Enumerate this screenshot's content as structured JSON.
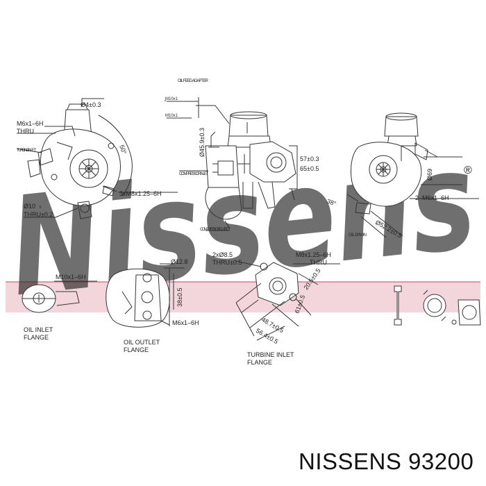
{
  "watermark": {
    "text": "Nissens",
    "color": "#9dbad9"
  },
  "band_color": "#f3d6dc",
  "line_color": "#333333",
  "labels": {
    "oil_feed_adapter": "OIL FEED ADAPTER",
    "dim_44": "Ø4±0.3",
    "m6_thru": "M6x1–6H",
    "thru": "THRU",
    "turbine_inlet_small": "TURBINE INLET",
    "angle_50": "50°",
    "m8_3x": "3xM8x1.25–6H",
    "dia10": "Ø10",
    "thru_02": "THRU±0.2",
    "m10_small": "M10x1",
    "m10_small2": "M10x1",
    "dia459": "Ø45.9±0.3",
    "compressor_inlet": "COMPRESSOR INLET",
    "dim_57": "57±0.3",
    "dim_65": "65±0.5",
    "compressor_outlet": "COMPRESSOR OUTLET",
    "dia69": "Ø69",
    "angle_38": "38°",
    "m6_2x": "2–M6x1–6H",
    "dia522": "Ø52.2±0.5",
    "oil_drain": "OIL DRAIN",
    "dia128": "Ø12.8",
    "m10_6h": "M10x1–6H",
    "dim_38": "38±0.5",
    "m6_6h": "M6x1–6H",
    "dim_2x685": "2xØ8.5",
    "thru_05": "THRU±0.5",
    "m8_6h": "M8x1.25–6H",
    "dim_205": "20.5±0.5",
    "dim_61": "61±0.5",
    "dim_487": "48.7±0.5",
    "dim_564": "56.4±0.5",
    "oil_inlet_flange": "OIL INLET FLANGE",
    "oil_outlet_flange": "OIL OUTLET FLANGE",
    "turbine_inlet_flange": "TURBINE INLET FLANGE"
  },
  "footer": "NISSENS 93200"
}
